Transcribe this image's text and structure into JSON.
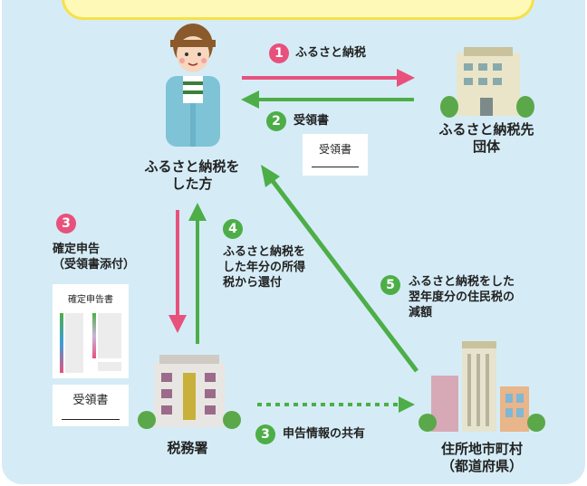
{
  "colors": {
    "background": "#d5ecf6",
    "pink_arrow": "#e8517c",
    "green_arrow": "#4dae48",
    "banner": "#fff9b8"
  },
  "person": {
    "label_line1": "ふるさと納税を",
    "label_line2": "した方"
  },
  "municipality_dest": {
    "label_line1": "ふるさと納税先",
    "label_line2": "団体"
  },
  "tax_office": {
    "label": "税務署"
  },
  "residence": {
    "label_line1": "住所地市町村",
    "label_line2": "（都道府県）"
  },
  "steps": [
    {
      "num": "1",
      "text": "ふるさと納税"
    },
    {
      "num": "2",
      "text": "受領書"
    },
    {
      "num": "3",
      "line1": "確定申告",
      "line2": "（受領書添付）"
    },
    {
      "num": "4",
      "line1": "ふるさと納税を",
      "line2": "した年分の所得",
      "line3": "税から還付"
    },
    {
      "num": "5",
      "line1": "ふるさと納税をした",
      "line2": "翌年度分の住民税の",
      "line3": "減額"
    },
    {
      "num": "3",
      "text": "申告情報の共有"
    }
  ],
  "receipt_card_top": {
    "title": "受領書"
  },
  "return_card": {
    "title": "確定申告書"
  },
  "receipt_card_left": {
    "title": "受領書"
  }
}
